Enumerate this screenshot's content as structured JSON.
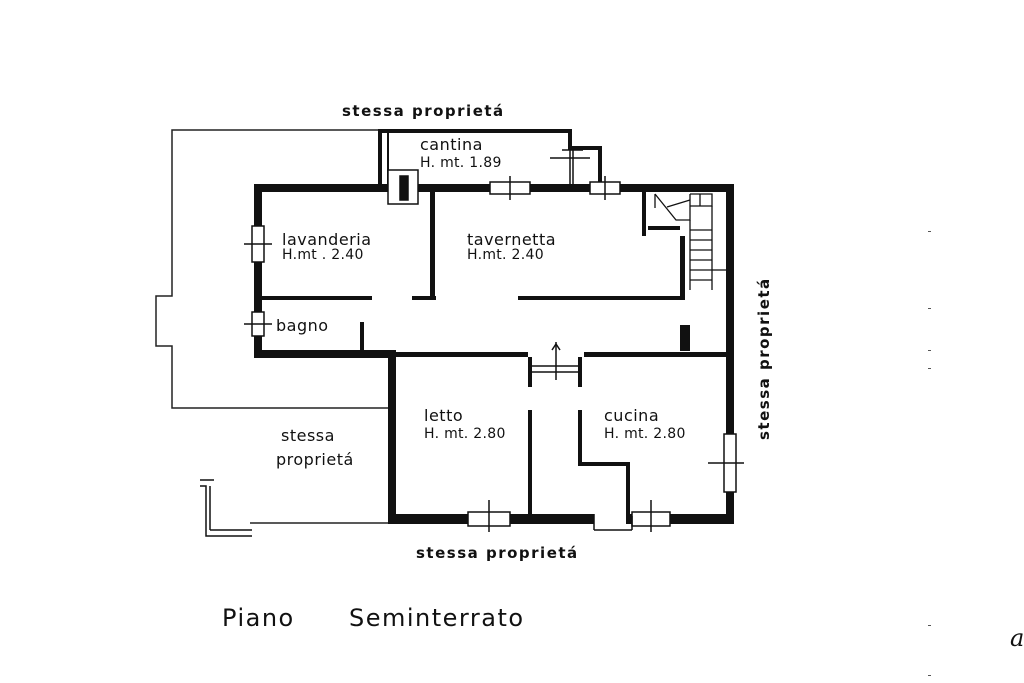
{
  "plan": {
    "title_word1": "Piano",
    "title_word2": "Seminterrato"
  },
  "rooms": {
    "cantina": {
      "name": "cantina",
      "height": "H. mt. 1.89"
    },
    "lavanderia": {
      "name": "lavanderia",
      "height": "H.mt . 2.40"
    },
    "tavernetta": {
      "name": "tavernetta",
      "height": "H.mt. 2.40"
    },
    "bagno": {
      "name": "bagno"
    },
    "letto": {
      "name": "letto",
      "height": "H. mt. 2.80"
    },
    "cucina": {
      "name": "cucina",
      "height": "H. mt. 2.80"
    }
  },
  "boundaries": {
    "top": "stessa proprietá",
    "right": "stessa proprietá",
    "bottom": "stessa proprietá",
    "left_line1": "stessa",
    "left_line2": "proprietá"
  },
  "margin_glyph": "a"
}
